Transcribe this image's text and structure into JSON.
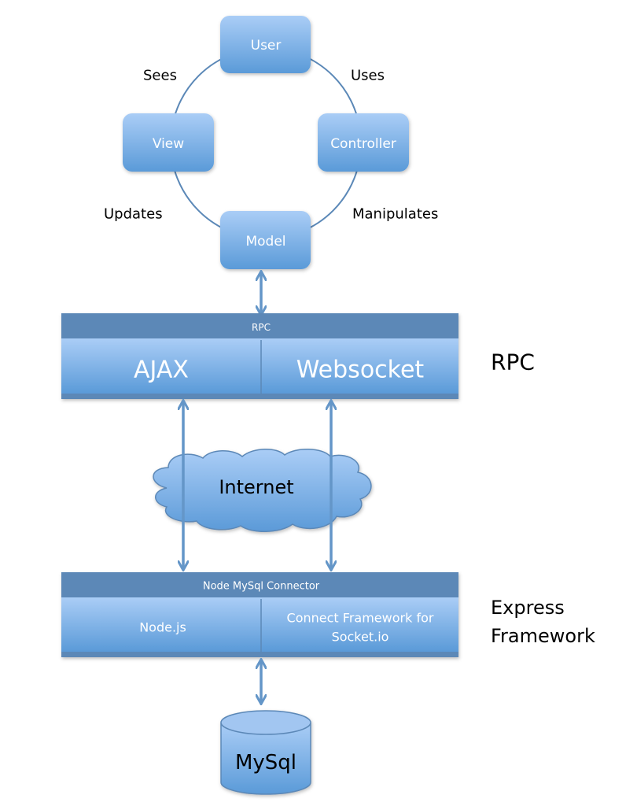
{
  "mvc": {
    "user": "User",
    "view": "View",
    "controller": "Controller",
    "model": "Model",
    "edge_sees": "Sees",
    "edge_uses": "Uses",
    "edge_updates": "Updates",
    "edge_manipulates": "Manipulates"
  },
  "rpc_layer": {
    "header": "RPC",
    "left": "AJAX",
    "right": "Websocket",
    "side_label": "RPC"
  },
  "network": {
    "cloud": "Internet"
  },
  "server_layer": {
    "header": "Node MySql Connector",
    "left": "Node.js",
    "right_line1": "Connect Framework for",
    "right_line2": "Socket.io",
    "side_label_line1": "Express",
    "side_label_line2": "Framework"
  },
  "database": {
    "label": "MySql"
  },
  "colors": {
    "box_top": "#aacdf6",
    "box_bottom": "#5a9ad8",
    "header_bar": "#5b88b7",
    "connector": "#6496c8"
  }
}
